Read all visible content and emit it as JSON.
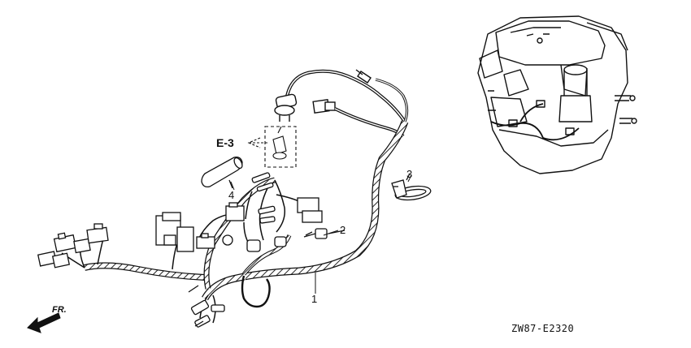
{
  "diagram": {
    "callouts": {
      "part_1": "1",
      "part_2": "2",
      "part_3": "3",
      "part_4": "4"
    },
    "reference": "E-3",
    "direction": "FR.",
    "drawing_code": "ZW87-E2320"
  }
}
